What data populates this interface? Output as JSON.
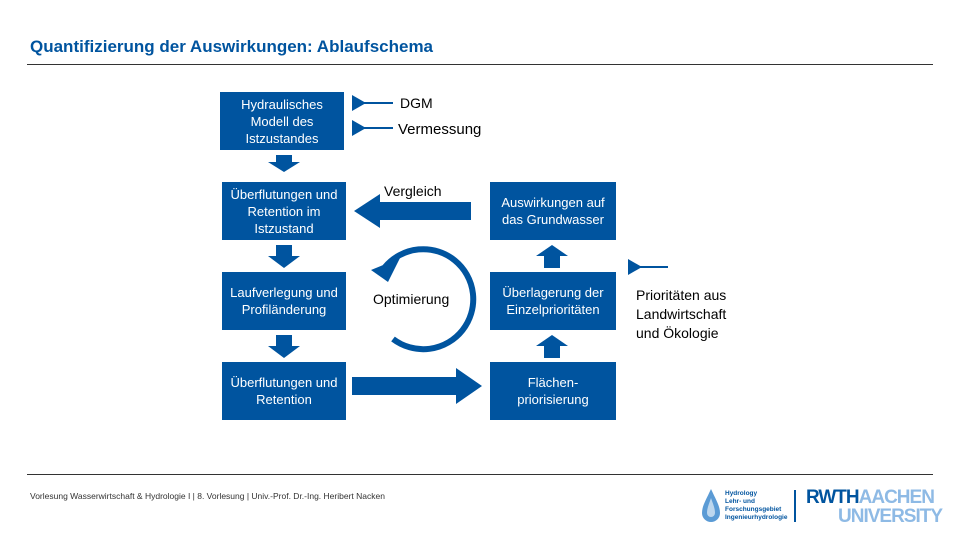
{
  "header": {
    "title": "Quantifizierung der Auswirkungen: Ablaufschema"
  },
  "diagram": {
    "boxes": {
      "hydraulic_model": "Hydraulisches Modell des Istzustandes",
      "flooding_current": "Überflutungen und Retention im Istzustand",
      "course_change": "Laufverlegung und Profiländerung",
      "flooding_retention": "Überflutungen und Retention",
      "groundwater_effects": "Auswirkungen auf das Grundwasser",
      "overlay_priorities": "Überlagerung der Einzelprioritäten",
      "area_prioritization": "Flächen-priorisierung"
    },
    "labels": {
      "dgm": "DGM",
      "survey": "Vermessung",
      "comparison": "Vergleich",
      "optimization": "Optimierung",
      "priorities_line1": "Prioritäten aus",
      "priorities_line2": "Landwirtschaft",
      "priorities_line3": "und Ökologie"
    }
  },
  "footer": {
    "text": "Vorlesung Wasserwirtschaft & Hydrologie I | 8. Vorlesung | Univ.-Prof. Dr.-Ing. Heribert Nacken"
  },
  "logos": {
    "hydrology_lines": [
      "Hydrology",
      "Lehr- und",
      "Forschungsgebiet",
      "Ingenieurhydrologie"
    ],
    "rwth_part1": "RWTH",
    "rwth_part2": "AACHEN",
    "university": "UNIVERSITY"
  },
  "colors": {
    "primary": "#00549f",
    "accent": "#5b9bd5"
  }
}
